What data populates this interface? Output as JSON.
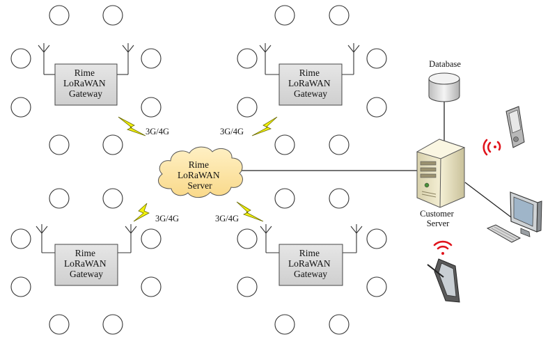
{
  "gateways": [
    {
      "lines": [
        "Rime",
        "LoRaWAN",
        "Gateway"
      ]
    },
    {
      "lines": [
        "Rime",
        "LoRaWAN",
        "Gateway"
      ]
    },
    {
      "lines": [
        "Rime",
        "LoRaWAN",
        "Gateway"
      ]
    },
    {
      "lines": [
        "Rime",
        "LoRaWAN",
        "Gateway"
      ]
    }
  ],
  "server": {
    "lines": [
      "Rime",
      "LoRaWAN",
      "Server"
    ]
  },
  "links": [
    {
      "label": "3G/4G"
    },
    {
      "label": "3G/4G"
    },
    {
      "label": "3G/4G"
    },
    {
      "label": "3G/4G"
    }
  ],
  "database": {
    "label": "Database"
  },
  "customer_server": {
    "lines": [
      "Customer",
      "Server"
    ]
  },
  "colors": {
    "gateway_fill": "#d9d9d9",
    "cloud_fill": "#fde6a8",
    "lightning_fill": "#f2f20a",
    "wifi_red": "#e0141c",
    "database_fill": "#e6e6e6",
    "server_body": "#efe9c8"
  },
  "icons": [
    "antenna-icon",
    "lightning-icon",
    "cloud-icon",
    "database-icon",
    "tower-server-icon",
    "pda-icon",
    "monitor-icon",
    "keyboard-icon",
    "tablet-icon",
    "wifi-signal-icon"
  ]
}
